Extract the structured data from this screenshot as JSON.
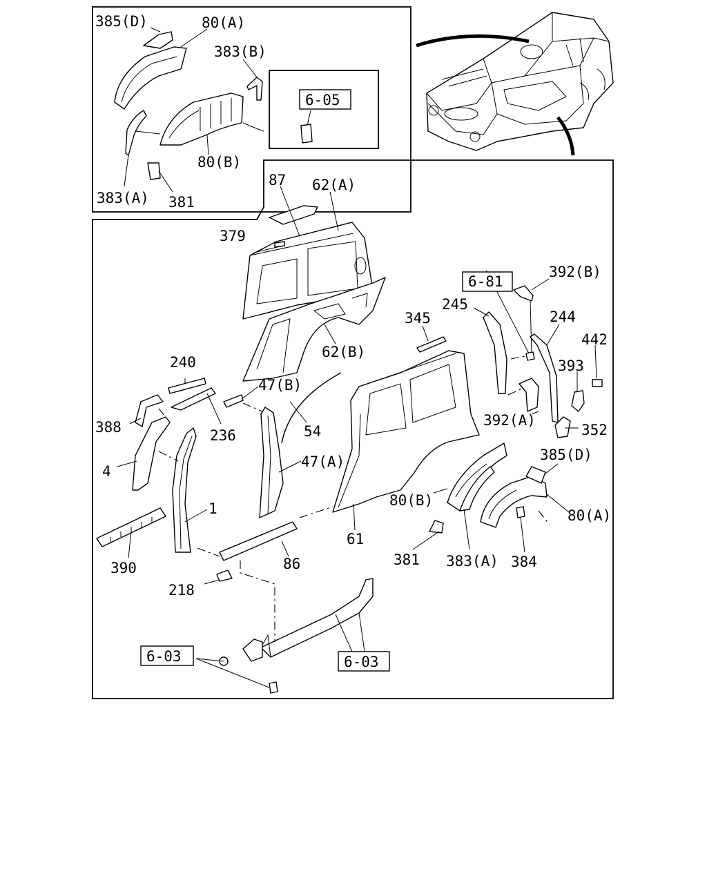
{
  "diagram": {
    "inset_labels": [
      {
        "id": "385D",
        "text": "385(D)"
      },
      {
        "id": "80A",
        "text": "80(A)"
      },
      {
        "id": "383B",
        "text": "383(B)"
      },
      {
        "id": "ref605",
        "text": "6-05"
      },
      {
        "id": "80B",
        "text": "80(B)"
      },
      {
        "id": "383A",
        "text": "383(A)"
      },
      {
        "id": "381",
        "text": "381"
      }
    ],
    "main_labels": [
      {
        "id": "87",
        "text": "87"
      },
      {
        "id": "62A",
        "text": "62(A)"
      },
      {
        "id": "379",
        "text": "379"
      },
      {
        "id": "ref681",
        "text": "6-81"
      },
      {
        "id": "392B",
        "text": "392(B)"
      },
      {
        "id": "245",
        "text": "245"
      },
      {
        "id": "345",
        "text": "345"
      },
      {
        "id": "244",
        "text": "244"
      },
      {
        "id": "442",
        "text": "442"
      },
      {
        "id": "62B",
        "text": "62(B)"
      },
      {
        "id": "240",
        "text": "240"
      },
      {
        "id": "47B",
        "text": "47(B)"
      },
      {
        "id": "393",
        "text": "393"
      },
      {
        "id": "392A",
        "text": "392(A)"
      },
      {
        "id": "352",
        "text": "352"
      },
      {
        "id": "388",
        "text": "388"
      },
      {
        "id": "236",
        "text": "236"
      },
      {
        "id": "54",
        "text": "54"
      },
      {
        "id": "385D",
        "text": "385(D)"
      },
      {
        "id": "47A",
        "text": "47(A)"
      },
      {
        "id": "4",
        "text": "4"
      },
      {
        "id": "80B",
        "text": "80(B)"
      },
      {
        "id": "80A",
        "text": "80(A)"
      },
      {
        "id": "1",
        "text": "1"
      },
      {
        "id": "61",
        "text": "61"
      },
      {
        "id": "390",
        "text": "390"
      },
      {
        "id": "381",
        "text": "381"
      },
      {
        "id": "383A",
        "text": "383(A)"
      },
      {
        "id": "86",
        "text": "86"
      },
      {
        "id": "384",
        "text": "384"
      },
      {
        "id": "218",
        "text": "218"
      },
      {
        "id": "ref603a",
        "text": "6-03"
      },
      {
        "id": "ref603b",
        "text": "6-03"
      }
    ]
  }
}
